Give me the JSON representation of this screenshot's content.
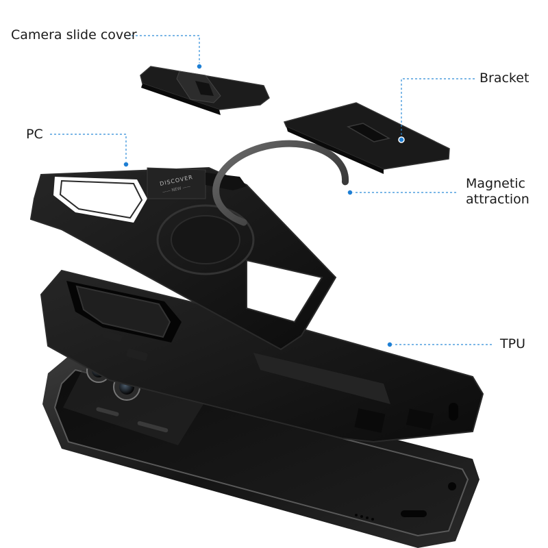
{
  "callouts": {
    "camera_slide_cover": "Camera slide cover",
    "bracket": "Bracket",
    "pc": "PC",
    "magnetic_line1": "Magnetic",
    "magnetic_line2": "attraction",
    "tpu": "TPU"
  },
  "imprint": {
    "line1": "DISCOVER",
    "line2": "—— NEW ——"
  },
  "colors": {
    "callout_line": "#2b8bd8",
    "callout_dot": "#1e7fd4",
    "case_black": "#141414",
    "phone_black": "#1b1b1b"
  }
}
